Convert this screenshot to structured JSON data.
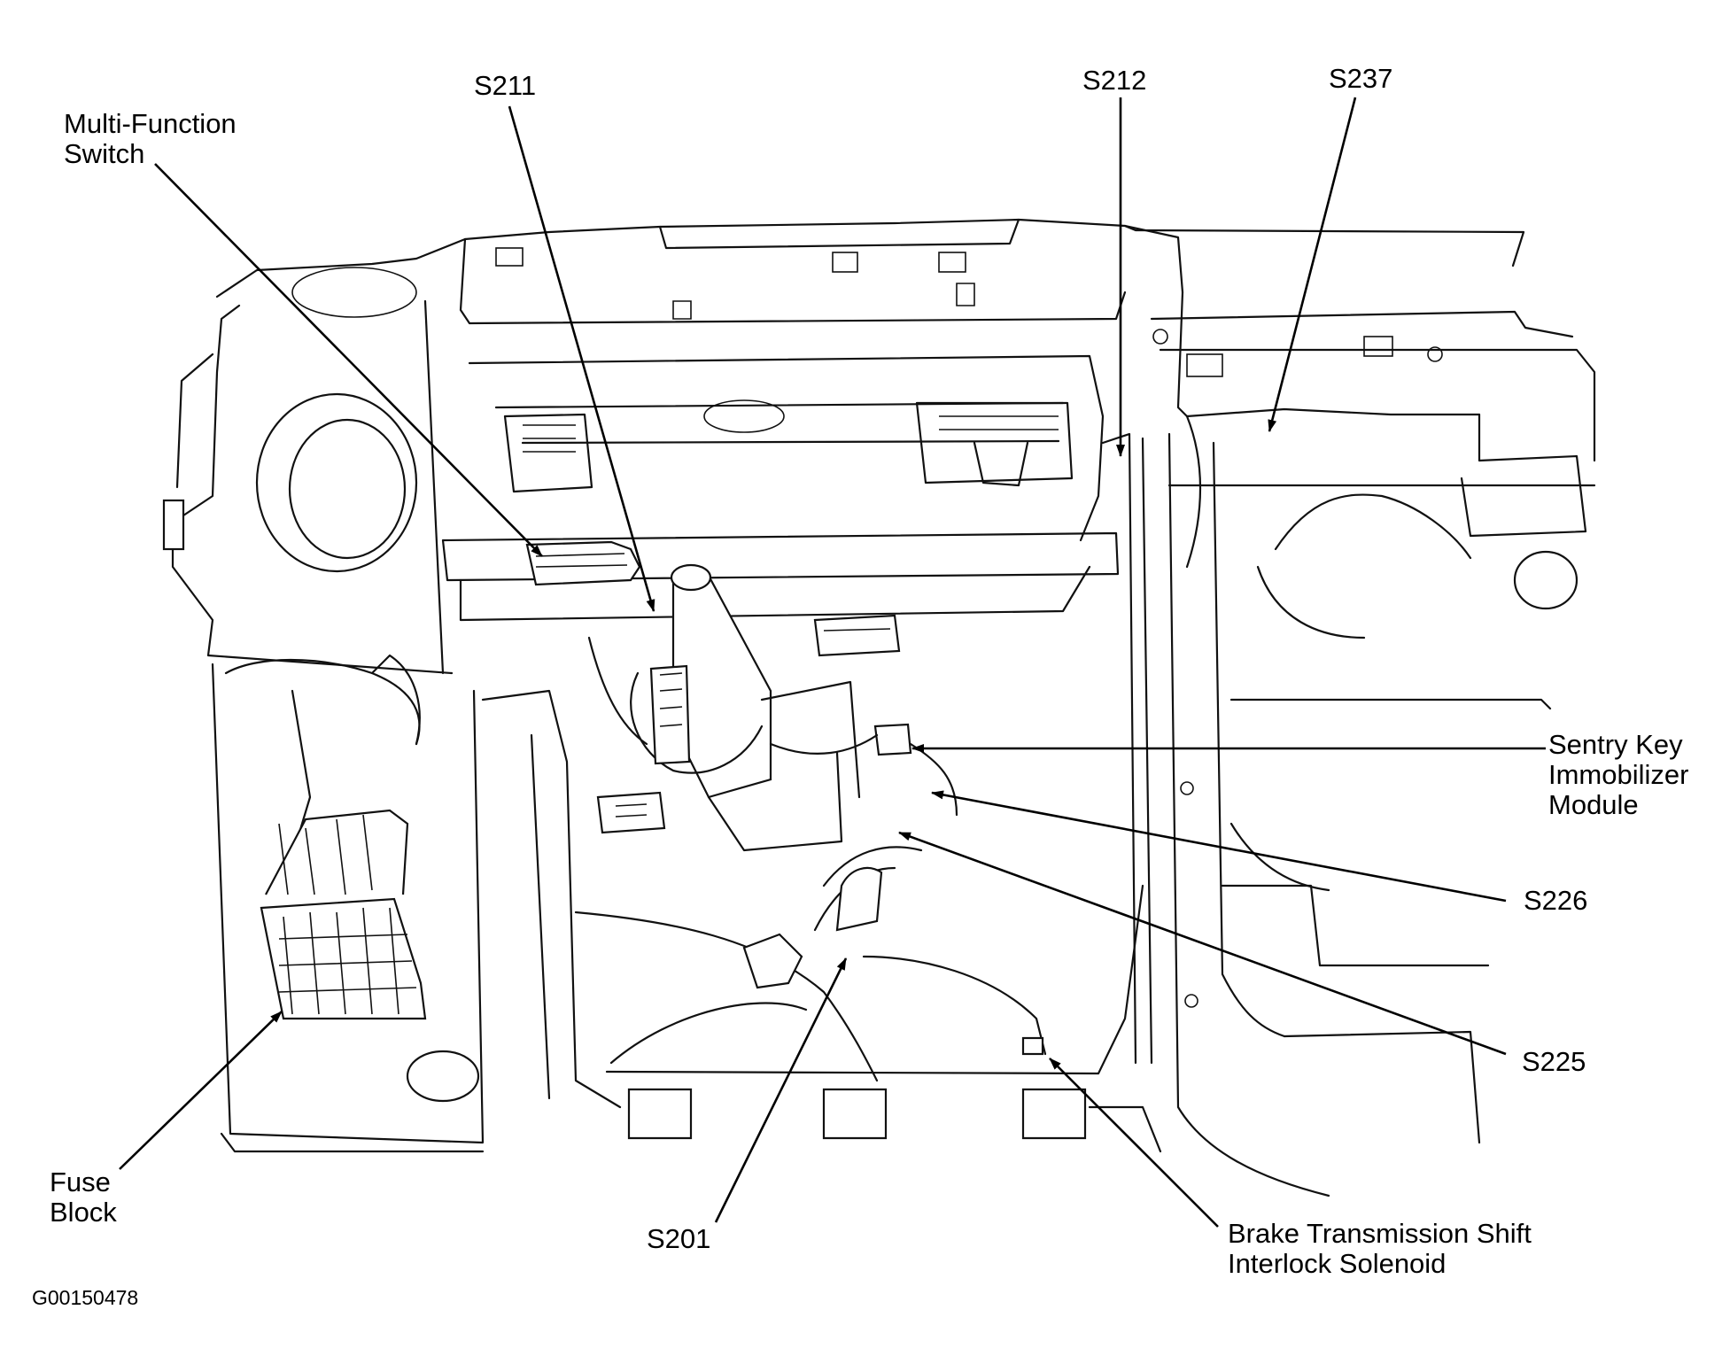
{
  "figure_id": "G00150478",
  "labels": {
    "multi_function_switch": [
      "Multi-Function",
      "Switch"
    ],
    "s211": "S211",
    "s212": "S212",
    "s237": "S237",
    "sentry_key": [
      "Sentry Key",
      "Immobilizer",
      "Module"
    ],
    "s226": "S226",
    "s225": "S225",
    "fuse_block": [
      "Fuse",
      "Block"
    ],
    "s201": "S201",
    "btsi_solenoid": [
      "Brake Transmission Shift",
      "Interlock Solenoid"
    ]
  }
}
